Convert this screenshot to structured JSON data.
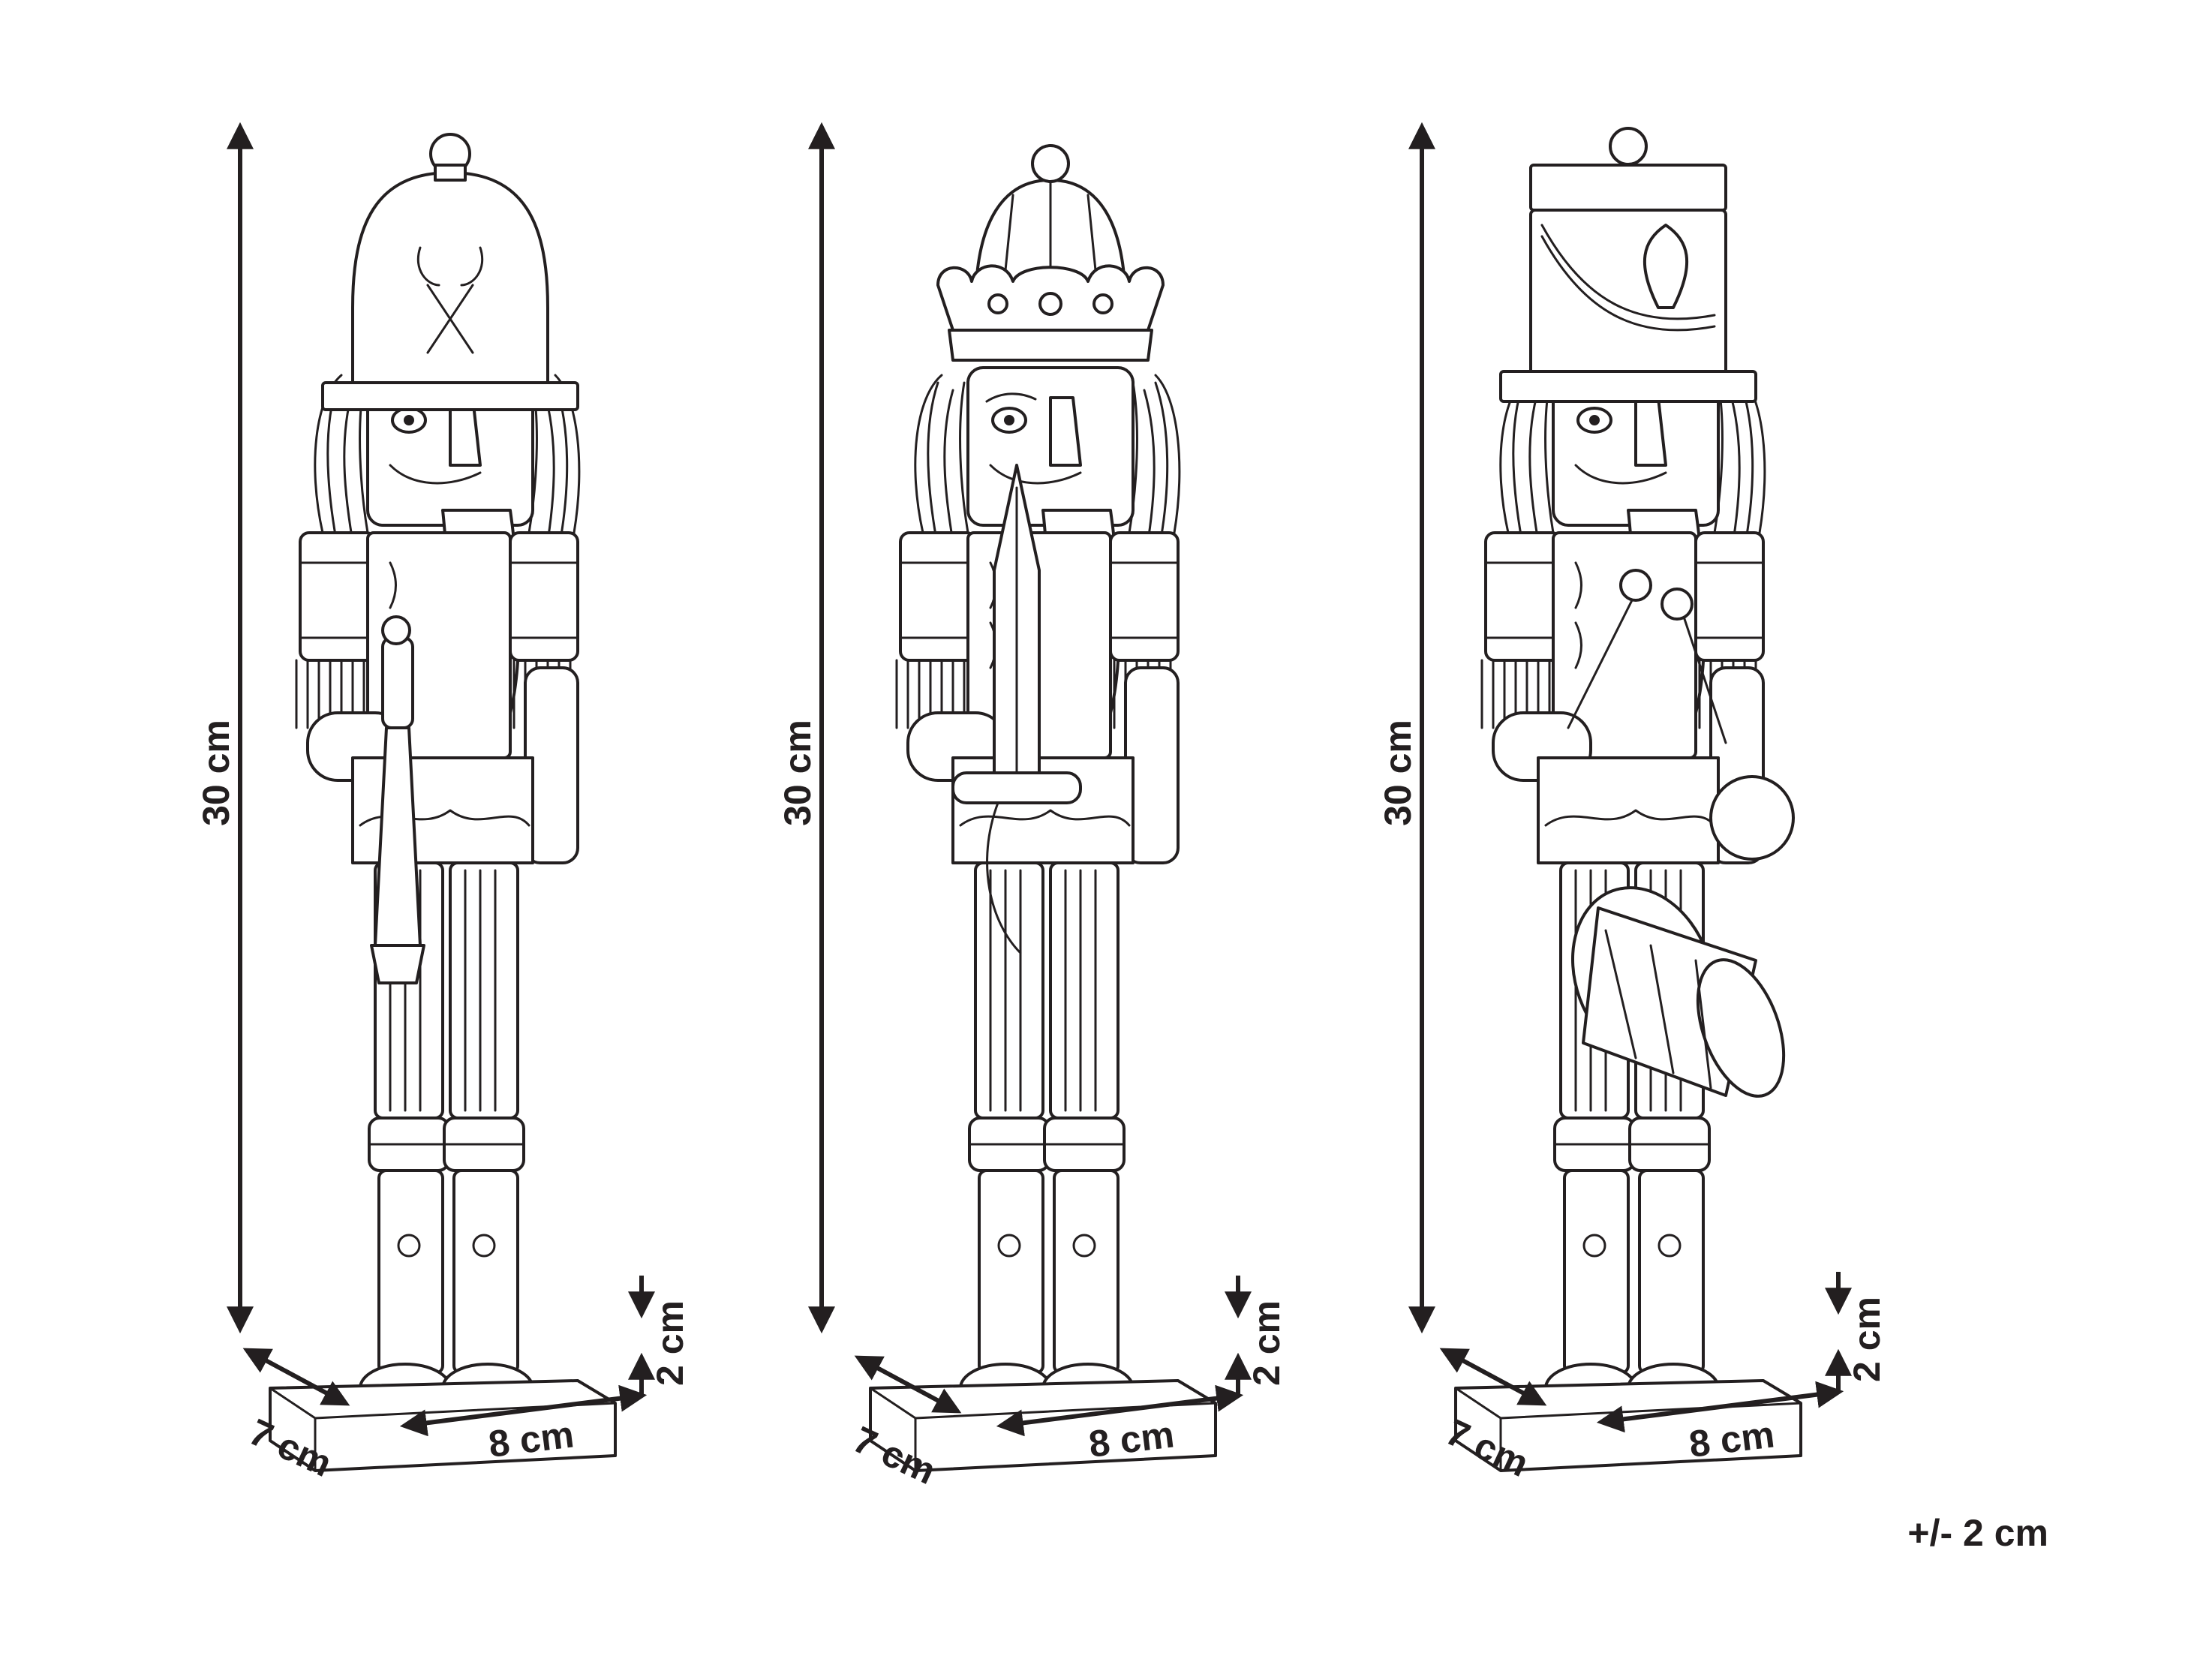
{
  "figures": [
    {
      "name": "nutcracker-with-flute",
      "height_label": "30 cm",
      "depth_label": "7 cm",
      "width_label": "8 cm",
      "base_label": "2 cm",
      "hat": "bell-hat",
      "prop": "flute"
    },
    {
      "name": "nutcracker-with-sword",
      "height_label": "30 cm",
      "depth_label": "7 cm",
      "width_label": "8 cm",
      "base_label": "2 cm",
      "hat": "crown",
      "prop": "sword"
    },
    {
      "name": "nutcracker-with-drum",
      "height_label": "30 cm",
      "depth_label": "7 cm",
      "width_label": "8 cm",
      "base_label": "2 cm",
      "hat": "shako",
      "prop": "drum"
    }
  ],
  "tolerance": "+/- 2 cm",
  "colors": {
    "ink": "#231f20",
    "background": "#ffffff"
  }
}
